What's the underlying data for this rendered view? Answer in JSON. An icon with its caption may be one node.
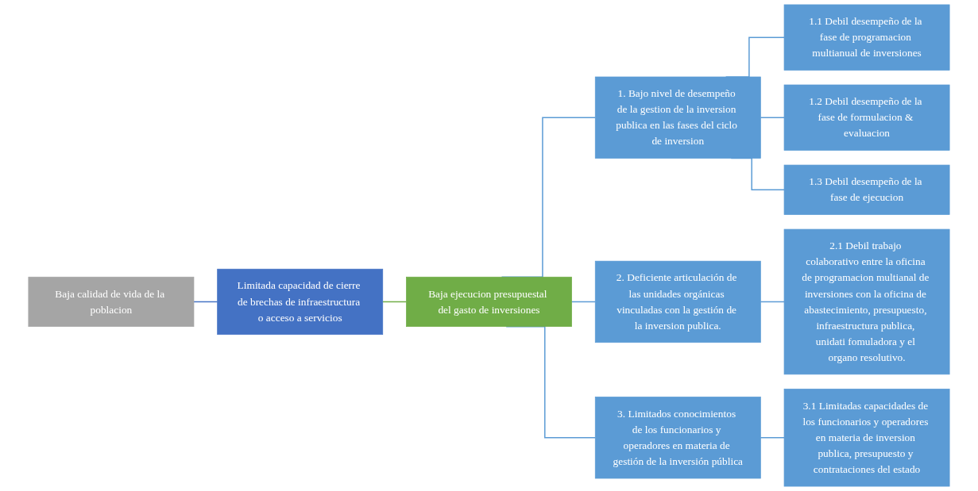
{
  "diagram": {
    "nodes": [
      {
        "text": [
          "Baja calidad de vida de la poblacion"
        ]
      },
      {
        "text": [
          "Limitada capacidad de cierre de brechas de infraestructura o acceso a servicios"
        ]
      },
      {
        "text": [
          "Baja ejecucion presupuestal del gasto de inversiones"
        ]
      },
      {
        "text": [
          "1. Bajo nivel de desempeño de la gestion de la inversion publica en las fases del ciclo de inversion"
        ]
      },
      {
        "text": [
          "2. Deficiente articulación de las unidades orgánicas vinculadas con la gestión de la inversion publica."
        ]
      },
      {
        "text": [
          "3. Limitados conocimientos de los funcionarios y operadores en materia de gestión de la inversión pública"
        ]
      },
      {
        "text": [
          "1.1 Debil desempeño de la fase de programacion multianual de inversiones"
        ]
      },
      {
        "text": [
          "1.2 Debil desempeño de la fase de formulacion & evaluacion"
        ]
      },
      {
        "text": [
          "1.3 Debil desempeño de la fase de ejecucion"
        ]
      },
      {
        "text": [
          "2.1 Debil trabajo colaborativo entre la oficina de programacion multianal de inversiones con la oficina de abastecimiento, presupuesto, infraestructura publica, unidati fomuladora y el organo resolutivo."
        ]
      },
      {
        "text": [
          "3.1 Limitadas capacidades de los funcionarios y operadores en materia de inversion publica, presupuesto y contrataciones del estado"
        ]
      }
    ],
    "edges": [
      {
        "from": 0,
        "to": 1,
        "arrow": "none",
        "color": "#4472c4"
      },
      {
        "from": 1,
        "to": 2,
        "arrow": "none",
        "color": "#70ad47"
      },
      {
        "from": 2,
        "to": 3,
        "arrow": "none"
      },
      {
        "from": 2,
        "to": 4,
        "arrow": "none"
      },
      {
        "from": 2,
        "to": 5,
        "arrow": "none"
      },
      {
        "from": 3,
        "to": 6,
        "arrow": "none"
      },
      {
        "from": 3,
        "to": 7,
        "arrow": "none"
      },
      {
        "from": 3,
        "to": 8,
        "arrow": "none"
      },
      {
        "from": 4,
        "to": 9,
        "arrow": "none"
      },
      {
        "from": 5,
        "to": 10,
        "arrow": "none"
      }
    ]
  }
}
